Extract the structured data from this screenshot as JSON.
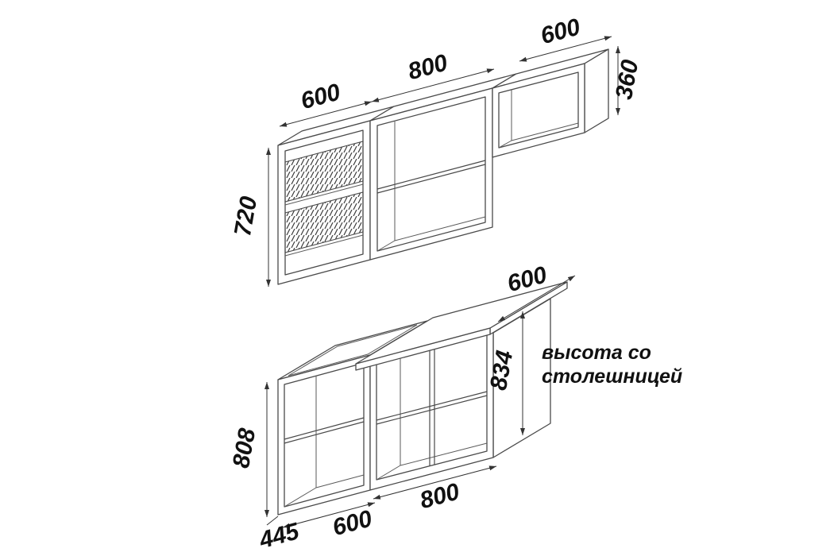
{
  "drawing": {
    "title": "kitchen-set-dimension-drawing",
    "upper": {
      "left_width": "600",
      "middle_width": "800",
      "right_width": "600",
      "right_height": "360",
      "left_height": "720"
    },
    "lower": {
      "countertop_depth": "600",
      "total_height": "834",
      "cabinet_height": "808",
      "right_width": "800",
      "left_width": "600",
      "left_depth": "445",
      "note_line1": "высота со",
      "note_line2": "столешницей"
    },
    "colors": {
      "line": "#4a4a4a",
      "dimension": "#333333",
      "text": "#111111",
      "background": "#ffffff"
    }
  }
}
